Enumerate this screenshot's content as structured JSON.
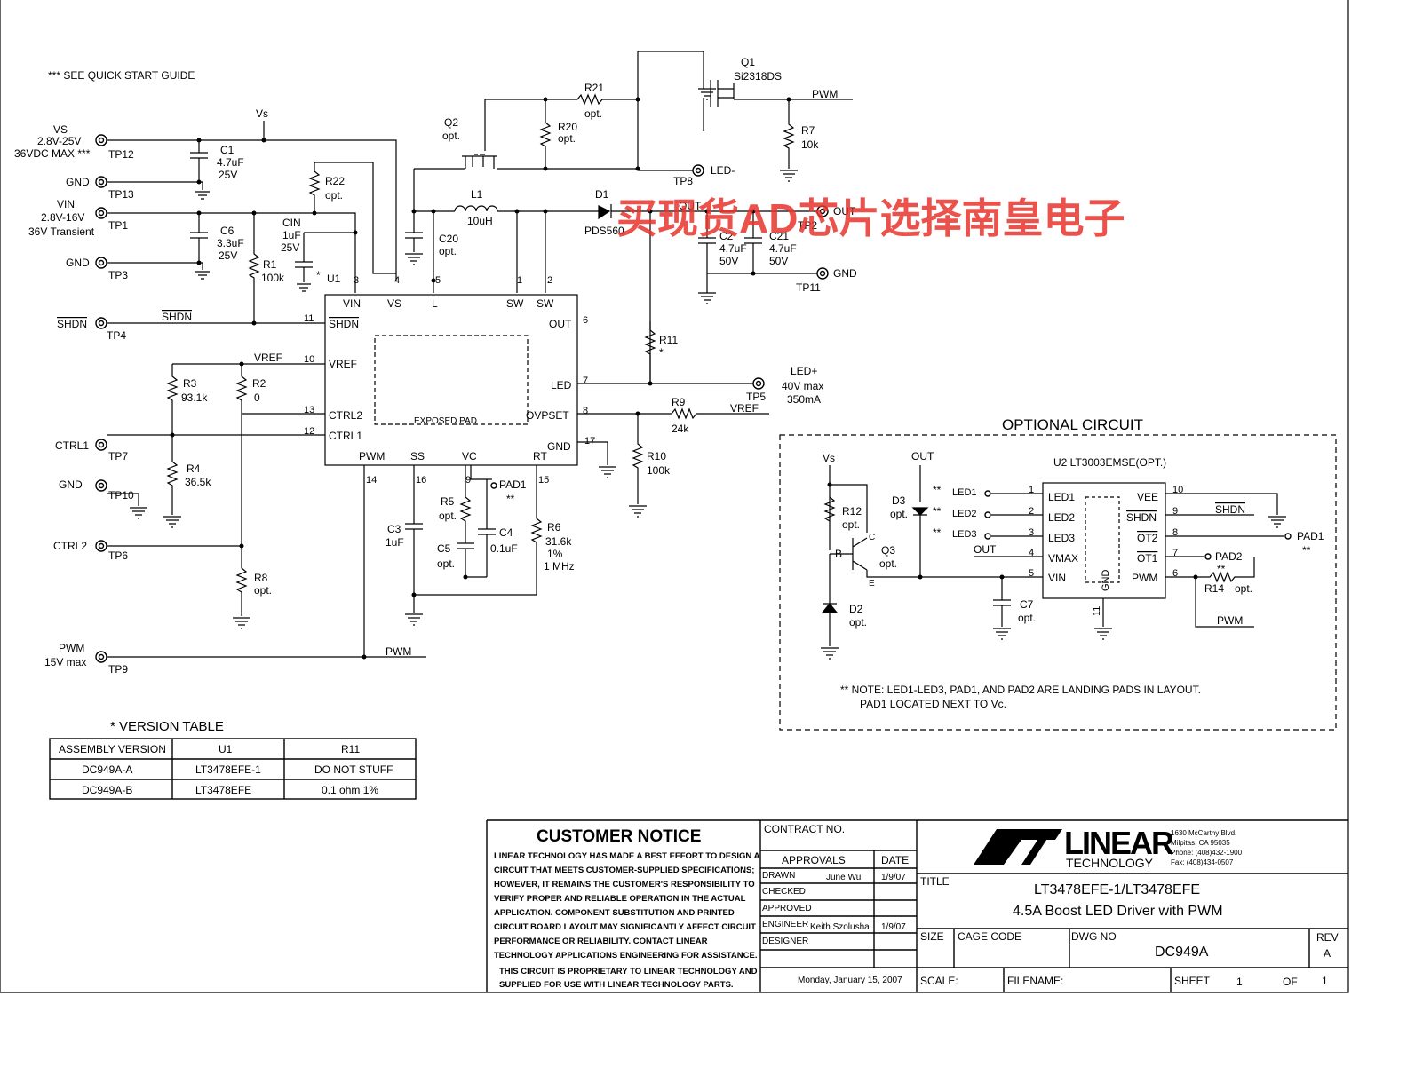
{
  "notes": {
    "quickstart": "***  SEE QUICK START GUIDE",
    "footnote_line1": "**  NOTE: LED1-LED3, PAD1, AND PAD2 ARE LANDING PADS IN LAYOUT.",
    "footnote_line2": "PAD1 LOCATED NEXT TO Vc."
  },
  "inputs": {
    "vs_name": "VS",
    "vs_range": "2.8V-25V",
    "vs_max": "36VDC MAX ***",
    "tp12": "TP12",
    "gnd1": "GND",
    "tp13": "TP13",
    "vin_name": "VIN",
    "vin_range": "2.8V-16V",
    "vin_transient": "36V Transient",
    "tp1": "TP1",
    "gnd2": "GND",
    "tp3": "TP3",
    "shdn": "SHDN",
    "tp4": "TP4",
    "ctrl1": "CTRL1",
    "tp7": "TP7",
    "gnd3": "GND",
    "tp10": "TP10",
    "ctrl2": "CTRL2",
    "tp6": "TP6",
    "pwm": "PWM",
    "pwm_max": "15V max",
    "tp9": "TP9"
  },
  "outputs": {
    "led_minus": "LED-",
    "tp8": "TP8",
    "out": "OUT",
    "tp2": "TP2",
    "gnd": "GND",
    "tp11": "TP11",
    "led_plus": "LED+",
    "led_v": "40V max",
    "led_i": "350mA",
    "tp5": "TP5"
  },
  "nets": {
    "vs": "Vs",
    "shdn": "SHDN",
    "vref": "VREF",
    "pwm": "PWM",
    "pwm_top": "PWM",
    "vref_r9": "VREF",
    "out": "OUT"
  },
  "components": {
    "c1": [
      "C1",
      "4.7uF",
      "25V"
    ],
    "c6": [
      "C6",
      "3.3uF",
      "25V"
    ],
    "cin": [
      "CIN",
      "1uF",
      "25V"
    ],
    "r1": [
      "R1",
      "100k"
    ],
    "r22": [
      "R22",
      "opt."
    ],
    "q2": [
      "Q2",
      "opt."
    ],
    "r20": [
      "R20",
      "opt."
    ],
    "r21": [
      "R21",
      "opt."
    ],
    "q1": [
      "Q1",
      "Si2318DS"
    ],
    "r7": [
      "R7",
      "10k"
    ],
    "l1": [
      "L1",
      "10uH"
    ],
    "c20": [
      "C20",
      "opt."
    ],
    "d1": [
      "D1",
      "PDS560"
    ],
    "c2": [
      "C2",
      "4.7uF",
      "50V"
    ],
    "c21": [
      "C21",
      "4.7uF",
      "50V"
    ],
    "r11": [
      "R11",
      "*"
    ],
    "r9": [
      "R9",
      "24k"
    ],
    "r10": [
      "R10",
      "100k"
    ],
    "r3": [
      "R3",
      "93.1k"
    ],
    "r2": [
      "R2",
      "0"
    ],
    "r4": [
      "R4",
      "36.5k"
    ],
    "r8": [
      "R8",
      "opt."
    ],
    "c3": [
      "C3",
      "1uF"
    ],
    "r5": [
      "R5",
      "opt."
    ],
    "c5": [
      "C5",
      "opt."
    ],
    "c4": [
      "C4",
      "0.1uF"
    ],
    "r6": [
      "R6",
      "31.6k",
      "1%",
      "1 MHz"
    ],
    "pad1": "PAD1",
    "pad1_star": "**"
  },
  "u1": {
    "ref": "U1",
    "star": "*",
    "pins": {
      "vin": "VIN",
      "vs": "VS",
      "l": "L",
      "sw1": "SW",
      "sw2": "SW",
      "shdn": "SHDN",
      "vref": "VREF",
      "ctrl2": "CTRL2",
      "ctrl1": "CTRL1",
      "out": "OUT",
      "led": "LED",
      "ovpset": "OVPSET",
      "gnd": "GND",
      "pwm": "PWM",
      "ss": "SS",
      "vc": "VC",
      "rt": "RT"
    },
    "pin_numbers": [
      "3",
      "4",
      "5",
      "1",
      "2",
      "11",
      "10",
      "13",
      "12",
      "6",
      "7",
      "8",
      "17",
      "14",
      "16",
      "9",
      "15"
    ],
    "exposed_pad": "EXPOSED PAD"
  },
  "optional": {
    "title": "OPTIONAL CIRCUIT",
    "u2": "U2  LT3003EMSE(OPT.)",
    "vs": "Vs",
    "out": "OUT",
    "r12": [
      "R12",
      "opt."
    ],
    "q3": [
      "Q3",
      "opt."
    ],
    "d2": [
      "D2",
      "opt."
    ],
    "d3": [
      "D3",
      "opt."
    ],
    "c7": [
      "C7",
      "opt."
    ],
    "r14": [
      "R14",
      "opt."
    ],
    "b": "B",
    "c": "C",
    "e": "E",
    "led_pads": [
      "LED1",
      "LED2",
      "LED3"
    ],
    "stars": "**",
    "left_pins": [
      "LED1",
      "LED2",
      "LED3",
      "VMAX",
      "VIN"
    ],
    "left_nums": [
      "1",
      "2",
      "3",
      "4",
      "5"
    ],
    "right_pins": [
      "VEE",
      "SHDN",
      "OT2",
      "OT1",
      "PWM"
    ],
    "right_nums": [
      "10",
      "9",
      "8",
      "7",
      "6"
    ],
    "gnd_pin": "GND",
    "gnd_num": "11",
    "net_out": "OUT",
    "net_shdn": "SHDN",
    "net_pwm": "PWM",
    "pad1": "PAD1",
    "pad2": "PAD2"
  },
  "watermark": "买现货AD芯片选择南皇电子",
  "version_table": {
    "title": "* VERSION TABLE",
    "headers": [
      "ASSEMBLY VERSION",
      "U1",
      "R11"
    ],
    "rows": [
      [
        "DC949A-A",
        "LT3478EFE-1",
        "DO NOT STUFF"
      ],
      [
        "DC949A-B",
        "LT3478EFE",
        "0.1 ohm 1%"
      ]
    ]
  },
  "title_block": {
    "notice_title": "CUSTOMER NOTICE",
    "notice_lines": [
      "LINEAR TECHNOLOGY HAS MADE A BEST EFFORT TO DESIGN A",
      "CIRCUIT THAT MEETS CUSTOMER-SUPPLIED SPECIFICATIONS;",
      "HOWEVER, IT REMAINS THE CUSTOMER'S RESPONSIBILITY TO",
      "VERIFY PROPER AND RELIABLE OPERATION IN THE ACTUAL",
      "APPLICATION.  COMPONENT SUBSTITUTION AND PRINTED",
      "CIRCUIT BOARD LAYOUT MAY SIGNIFICANTLY AFFECT CIRCUIT",
      "PERFORMANCE OR RELIABILITY.  CONTACT LINEAR",
      "TECHNOLOGY APPLICATIONS ENGINEERING FOR ASSISTANCE."
    ],
    "proprietary_lines": [
      "THIS CIRCUIT IS PROPRIETARY TO LINEAR TECHNOLOGY AND",
      "SUPPLIED FOR USE WITH LINEAR TECHNOLOGY PARTS."
    ],
    "contract": "CONTRACT NO.",
    "approvals": "APPROVALS",
    "date": "DATE",
    "drawn": "DRAWN",
    "drawn_by": "June Wu",
    "drawn_date": "1/9/07",
    "checked": "CHECKED",
    "approved": "APPROVED",
    "engineer": "ENGINEER",
    "engineer_name": "Keith Szolusha",
    "engineer_date": "1/9/07",
    "designer": "DESIGNER",
    "print_date": "Monday, January 15, 2007",
    "logo": "LINEAR",
    "logo_sub": "TECHNOLOGY",
    "address": [
      "1630 McCarthy Blvd.",
      "Milpitas, CA 95035",
      "Phone: (408)432-1900",
      "Fax: (408)434-0507"
    ],
    "title_label": "TITLE",
    "title1": "LT3478EFE-1/LT3478EFE",
    "title2": "4.5A Boost LED Driver with PWM",
    "size": "SIZE",
    "cage": "CAGE CODE",
    "dwg_no": "DWG NO",
    "dwg": "DC949A",
    "rev_label": "REV",
    "rev": "A",
    "scale": "SCALE:",
    "filename": "FILENAME:",
    "sheet": "SHEET",
    "sheet_num": "1",
    "of": "OF",
    "of_num": "1"
  },
  "colors": {
    "ink": "#000000",
    "watermark": "#e8342b"
  }
}
